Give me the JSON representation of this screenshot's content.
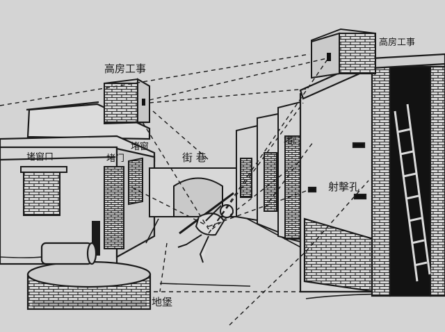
{
  "labels": {
    "high_fort_left": "高房工事",
    "high_fort_right": "高房工事",
    "blocked_window_left": "堵窗口",
    "blocked_door_left": "堵门",
    "blocked_window_side": "堵窗",
    "street": "街 巷",
    "blocked_door_right": "堵门",
    "firing_hole": "射擊孔",
    "bunker": "地堡"
  },
  "colors": {
    "paper": "#d4d4d4",
    "ink": "#1a1a1a",
    "brick": "#2a2a2a",
    "shadow": "#111111"
  }
}
